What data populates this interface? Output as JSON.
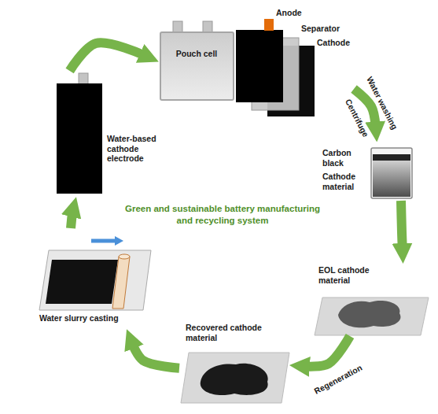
{
  "diagram": {
    "title": "Green and sustainable battery manufacturing and recycling system",
    "nodes": [
      {
        "text": [
          "Pouch cell"
        ]
      },
      {
        "text": [
          "Anode",
          "Separator",
          "Cathode"
        ]
      },
      {
        "text": [
          "Carbon black",
          "Cathode material"
        ]
      },
      {
        "text": [
          "EOL cathode material"
        ]
      },
      {
        "text": [
          "Recovered cathode material"
        ]
      },
      {
        "text": [
          "Water slurry casting"
        ]
      },
      {
        "text": [
          "Water-based cathode electrode"
        ]
      }
    ],
    "edges": [
      {
        "from": 1,
        "to": 2,
        "arrow": "to",
        "label": "Water washing"
      },
      {
        "from": 2,
        "to": 3,
        "arrow": "to"
      },
      {
        "from": 3,
        "to": 4,
        "arrow": "to",
        "label": "Regeneration"
      },
      {
        "from": 4,
        "to": 5,
        "arrow": "to"
      },
      {
        "from": 5,
        "to": 6,
        "arrow": "to"
      },
      {
        "from": 6,
        "to": 0,
        "arrow": "to"
      }
    ],
    "labels": [
      "Centrifuge"
    ]
  }
}
